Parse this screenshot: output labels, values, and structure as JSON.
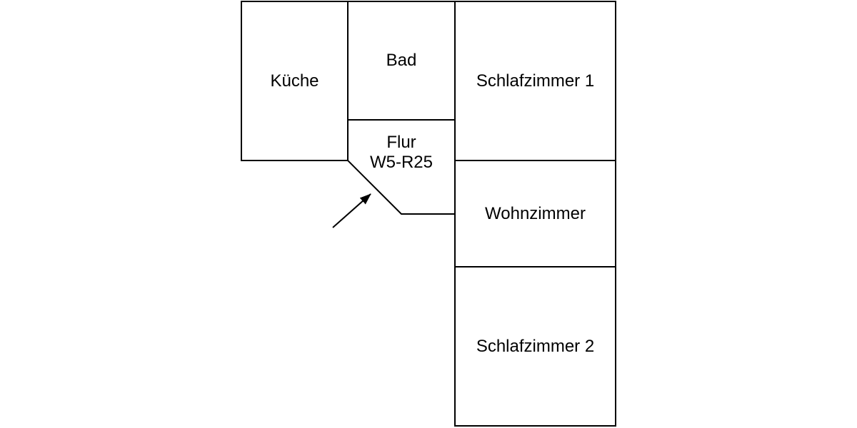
{
  "diagram": {
    "type": "floor-plan",
    "colors": {
      "wall": "#000000",
      "room_fill": "#ffffff",
      "text": "#000000",
      "background": "#ffffff"
    },
    "rooms": [
      {
        "id": "kueche",
        "label": "Küche"
      },
      {
        "id": "bad",
        "label": "Bad"
      },
      {
        "id": "schlafzimmer-1",
        "label": "Schlafzimmer 1"
      },
      {
        "id": "flur",
        "label": "Flur",
        "code": "W5-R25"
      },
      {
        "id": "wohnzimmer",
        "label": "Wohnzimmer"
      },
      {
        "id": "schlafzimmer-2",
        "label": "Schlafzimmer 2"
      }
    ],
    "annotation": {
      "type": "arrow",
      "points_to": "Flur W5-R25"
    }
  }
}
